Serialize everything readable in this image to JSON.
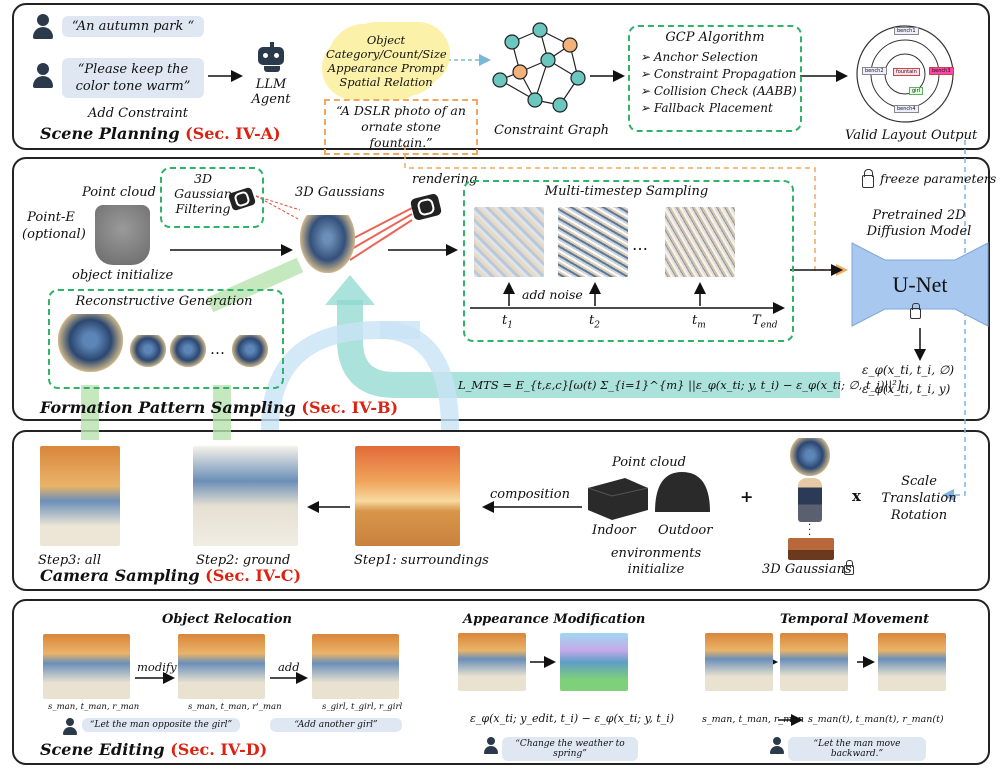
{
  "planning": {
    "user_prompt_1": "“An autumn park “",
    "user_prompt_2": "“Please keep the color tone warm”",
    "add_constraint": "Add Constraint",
    "llm_agent": "LLM Agent",
    "cloud_text": [
      "Object Category/Count/Size",
      "Appearance Prompt",
      "Spatial Relation"
    ],
    "example_prompt": "“A DSLR photo of an ornate stone fountain.”",
    "constraint_graph": "Constraint Graph",
    "gcp_title": "GCP Algorithm",
    "gcp_steps": [
      "Anchor Selection",
      "Constraint Propagation",
      "Collision Check (AABB)",
      "Fallback Placement"
    ],
    "layout_output": "Valid Layout Output",
    "layout_boxes": [
      "bench1",
      "bench2",
      "fountain",
      "bench3",
      "bench4",
      "girl"
    ],
    "title": "Scene Planning",
    "sec": "(Sec. IV-A)"
  },
  "formation": {
    "point_cloud": "Point cloud",
    "point_e": "Point-E (optional)",
    "object_init": "object initialize",
    "gaussian_filtering": "3D Gaussian Filtering",
    "gaussians": "3D Gaussians",
    "rendering": "rendering",
    "mts_title": "Multi-timestep Sampling",
    "add_noise": "add noise",
    "t1": "t",
    "t1_sub": "1",
    "t2": "t",
    "t2_sub": "2",
    "tm": "t",
    "tm_sub": "m",
    "tend": "T",
    "tend_sub": "end",
    "ellipsis": "…",
    "freeze": "freeze parameters",
    "pretrained": "Pretrained 2D Diffusion Model",
    "unet": "U-Net",
    "recon": "Reconstructive Generation",
    "recon_ellipsis": "…",
    "loss": "L_MTS = E_{t,ε,c}[ω(t) Σ_{i=1}^{m} ||ε_φ(x_ti; y, t_i) − ε_φ(x_ti; ∅, t_i)||²]",
    "eps1": "ε_φ(x_ti, t_i, ∅)",
    "eps2": "ε_φ(x_ti, t_i, y)",
    "title": "Formation Pattern Sampling",
    "sec": "(Sec. IV-B)"
  },
  "camera": {
    "step3": "Step3: all",
    "step2": "Step2: ground",
    "step1": "Step1: surroundings",
    "composition": "composition",
    "point_cloud": "Point cloud",
    "indoor": "Indoor",
    "outdoor": "Outdoor",
    "env_init": "environments initialize",
    "plus": "+",
    "times": "x",
    "gaussians": "3D Gaussians",
    "transform": [
      "Scale",
      "Translation",
      "Rotation"
    ],
    "title": "Camera Sampling",
    "sec": "(Sec. IV-C)"
  },
  "editing": {
    "relocation_title": "Object Relocation",
    "modify": "modify",
    "add": "add",
    "rel_label1": "s_man, t_man, r_man",
    "rel_label2": "s_man, t_man, r'_man",
    "rel_label3": "s_girl, t_girl, r_girl",
    "rel_prompt1": "“Let the man opposite the girl”",
    "rel_prompt2": "“Add another girl”",
    "appearance_title": "Appearance Modification",
    "appearance_formula": "ε_φ(x_ti; y_edit, t_i) − ε_φ(x_ti; y, t_i)",
    "appearance_prompt": "“Change the weather to spring”",
    "temporal_title": "Temporal Movement",
    "temporal_label1": "s_man, t_man, r_man",
    "temporal_label2": "s_man(t), t_man(t), r_man(t)",
    "temporal_prompt": "“Let the man move backward.”",
    "title": "Scene Editing",
    "sec": "(Sec. IV-D)"
  }
}
